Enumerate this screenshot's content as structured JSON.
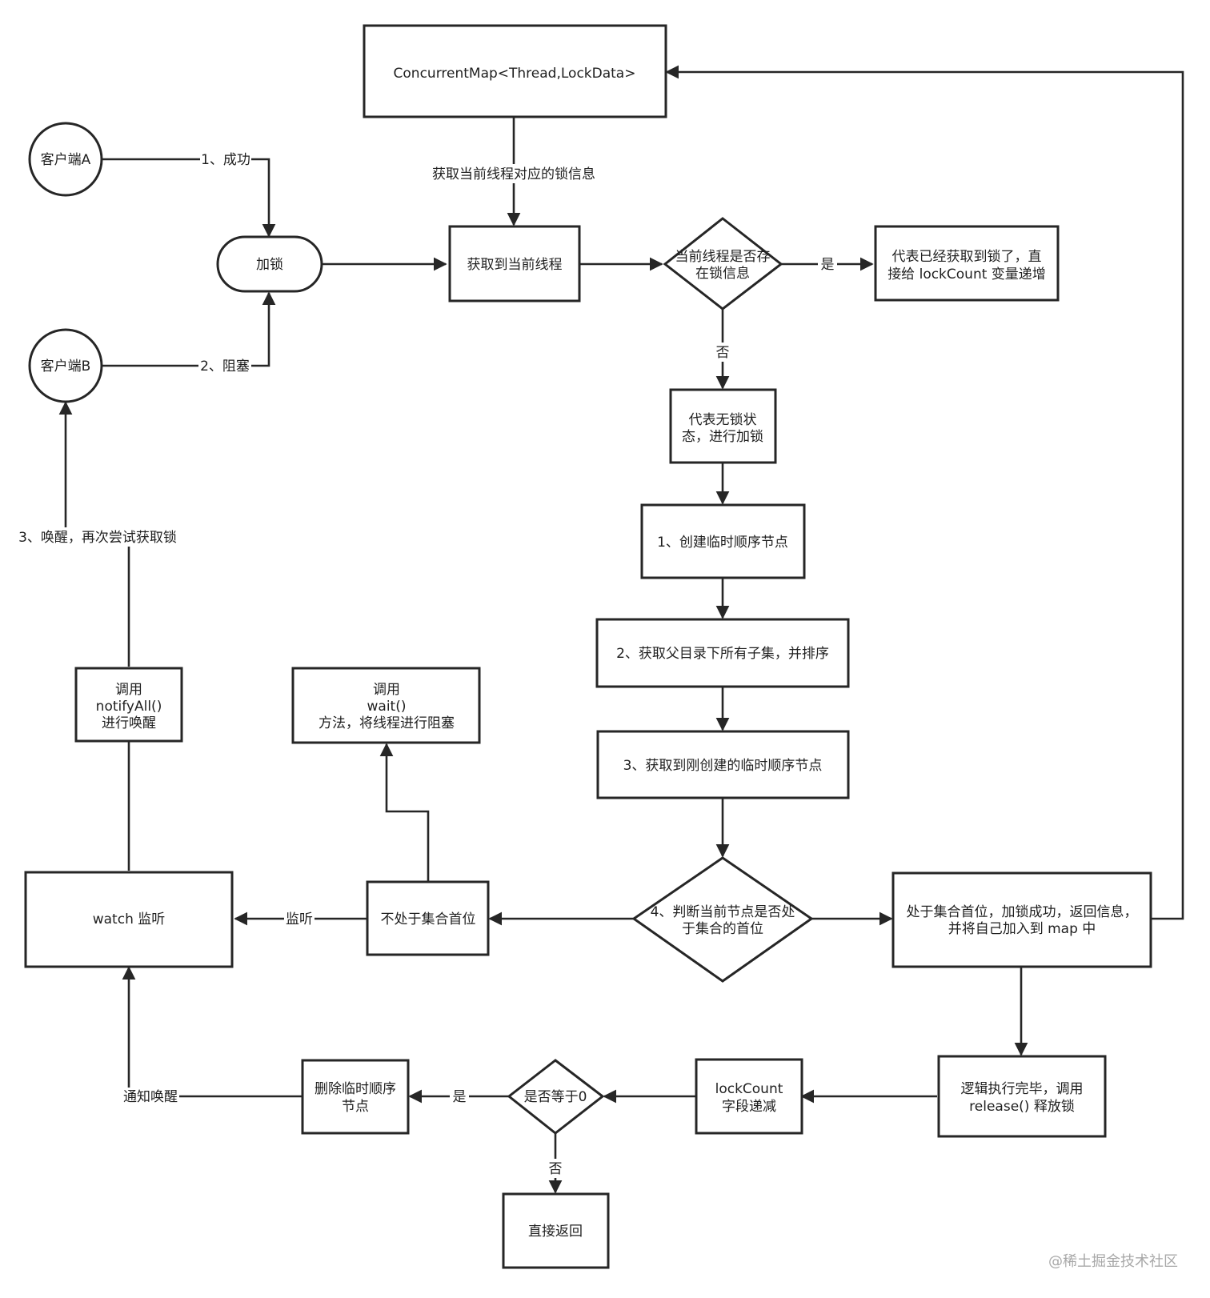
{
  "nodes": {
    "map": "ConcurrentMap<Thread,LockData>",
    "client_a": "客户端A",
    "client_b": "客户端B",
    "lock": "加锁",
    "get_thread": "获取到当前线程",
    "has_lock_info": [
      "当前线程是否存",
      "在锁信息"
    ],
    "reentrant": [
      "代表已经获取到锁了，直",
      "接给 lockCount 变量递增"
    ],
    "no_lock": [
      "代表无锁状",
      "态，进行加锁"
    ],
    "step1": "1、创建临时顺序节点",
    "step2": "2、获取父目录下所有子集，并排序",
    "step3": "3、获取到刚创建的临时顺序节点",
    "step4": [
      "4、判断当前节点是否处",
      "于集合的首位"
    ],
    "first": [
      "处于集合首位，加锁成功，返回信息，",
      "并将自己加入到 map 中"
    ],
    "not_first": "不处于集合首位",
    "wait_call": [
      "调用",
      "wait()",
      "方法，将线程进行阻塞"
    ],
    "notify_call": [
      "调用",
      "notifyAll()",
      "进行唤醒"
    ],
    "watch": "watch 监听",
    "release": [
      "逻辑执行完毕，调用",
      "release() 释放锁"
    ],
    "decrement": [
      "lockCount",
      "字段递减"
    ],
    "is_zero": "是否等于0",
    "delete_node": [
      "删除临时顺序",
      "节点"
    ],
    "return_direct": "直接返回"
  },
  "edge_labels": {
    "success": "1、成功",
    "blocked": "2、阻塞",
    "get_lock_info": "获取当前线程对应的锁信息",
    "yes_reentrant": "是",
    "no_new": "否",
    "wake_retry": "3、唤醒，再次尝试获取锁",
    "listen": "监听",
    "yes_delete": "是",
    "no_return": "否",
    "notify_wake": "通知唤醒"
  },
  "watermark": "@稀土掘金技术社区"
}
